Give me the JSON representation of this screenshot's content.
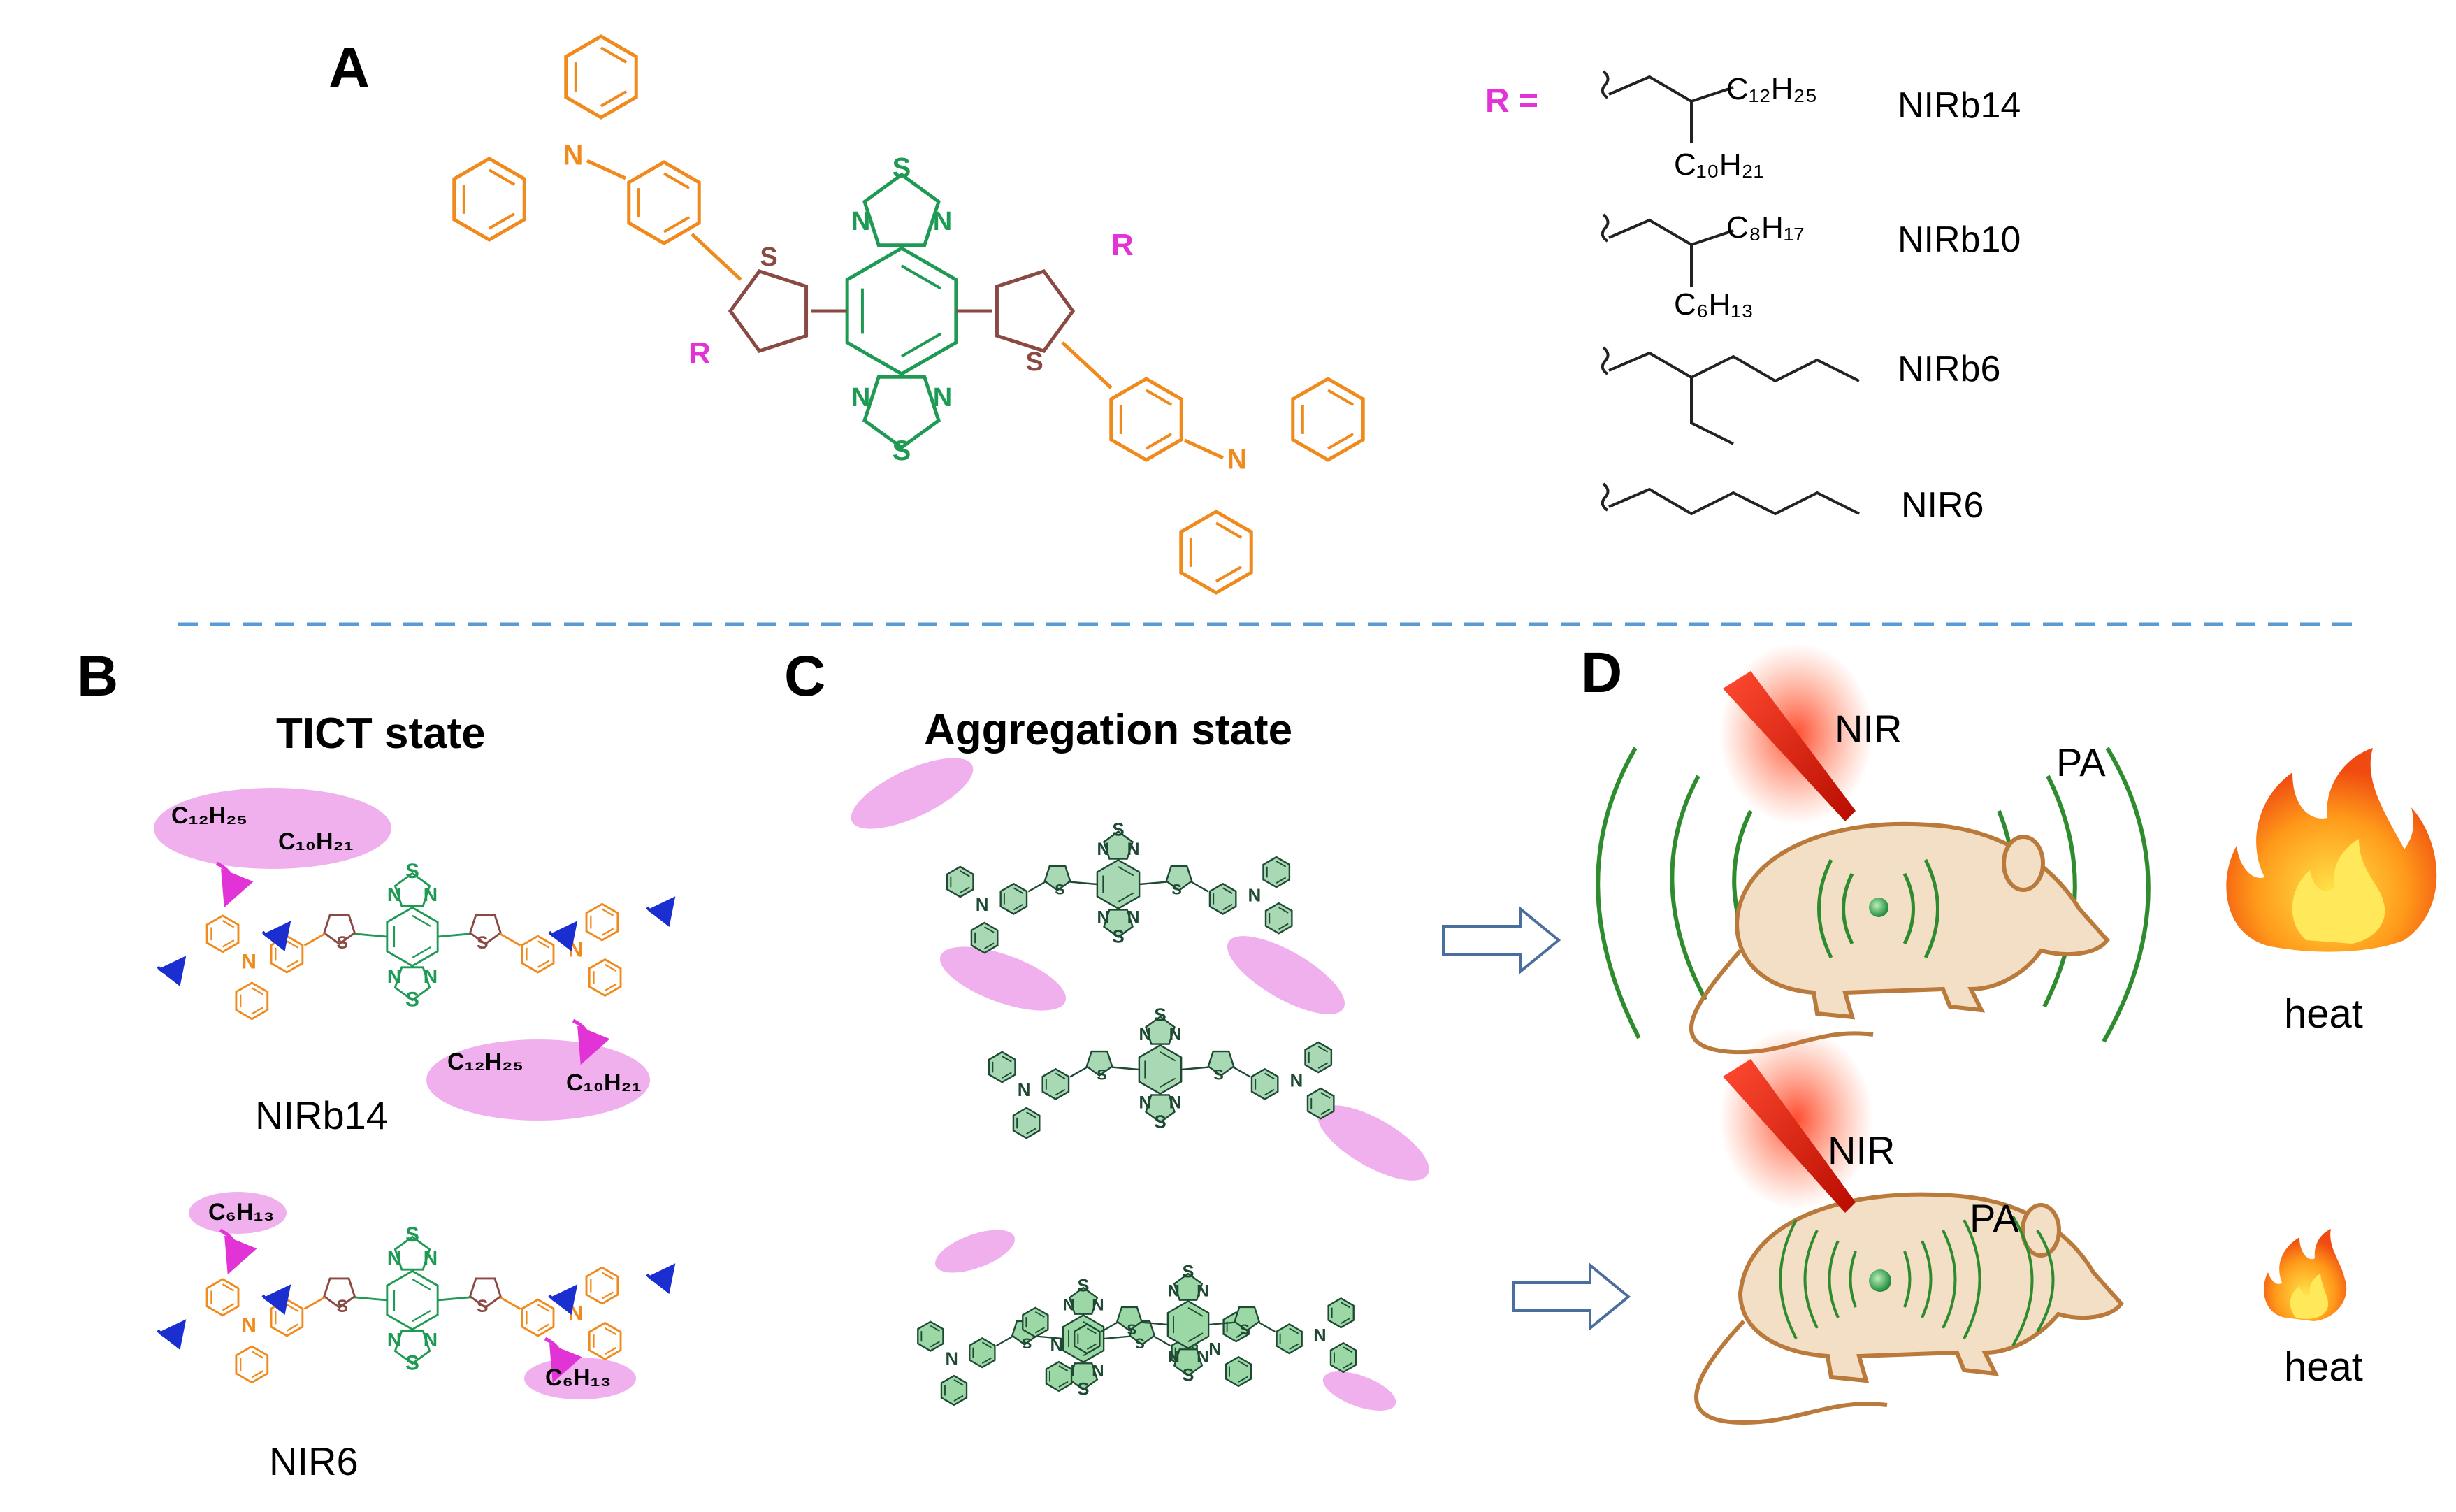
{
  "panels": {
    "A": {
      "letter": "A",
      "r_label": "R",
      "r_equals": "R =",
      "substituents": [
        {
          "name": "NIRb14",
          "branch1": "C₁₂H₂₅",
          "branch2": "C₁₀H₂₁"
        },
        {
          "name": "NIRb10",
          "branch1": "C₈H₁₇",
          "branch2": "C₆H₁₃"
        },
        {
          "name": "NIRb6",
          "branch1": "",
          "branch2": ""
        },
        {
          "name": "NIR6",
          "branch1": "",
          "branch2": ""
        }
      ]
    },
    "B": {
      "letter": "B",
      "title": "TICT state",
      "mol1": {
        "name": "NIRb14",
        "chain_a": "C₁₂H₂₅",
        "chain_b": "C₁₀H₂₁"
      },
      "mol2": {
        "name": "NIR6",
        "chain": "C₆H₁₃"
      }
    },
    "C": {
      "letter": "C",
      "title": "Aggregation state"
    },
    "D": {
      "letter": "D",
      "laser_label": "NIR",
      "pa_label": "PA",
      "heat_label": "heat"
    }
  },
  "atoms": {
    "S": "S",
    "N": "N"
  },
  "colors": {
    "triphenylamine": "#f08a1c",
    "thiophene": "#8a4a44",
    "core": "#1f9a55",
    "r_group": "#e233d6",
    "rotation_arrow": "#1b2fd1",
    "ellipse": "#f0b0ee",
    "divider": "#5a9bd6",
    "wave": "#2e8b2e",
    "mouse_fill": "#f3dfc6",
    "mouse_stroke": "#b97a3c",
    "laser": "#e02010"
  }
}
